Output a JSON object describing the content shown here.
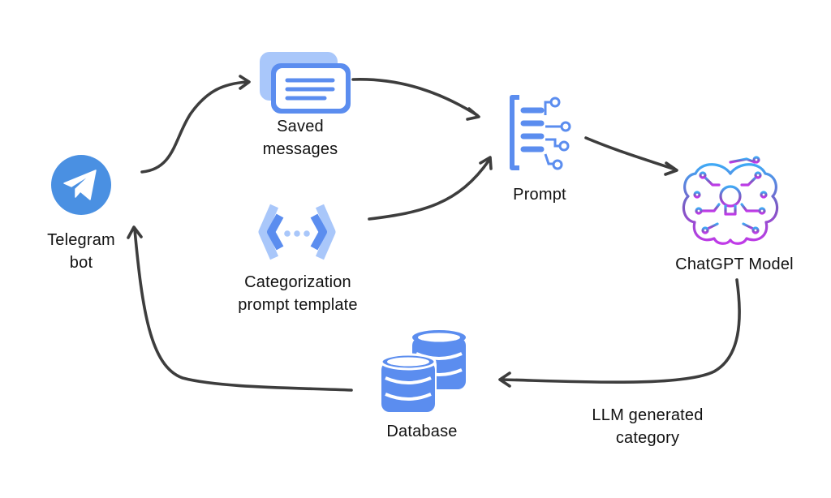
{
  "nodes": {
    "telegram": {
      "label_line1": "Telegram",
      "label_line2": "bot",
      "icon": "telegram-icon",
      "color": "#4A90E2"
    },
    "saved_messages": {
      "label_line1": "Saved",
      "label_line2": "messages",
      "icon": "messages-icon",
      "color": "#5B8DEF"
    },
    "template": {
      "label_line1": "Categorization",
      "label_line2": "prompt template",
      "icon": "code-brackets-icon",
      "color": "#5B8DEF"
    },
    "prompt": {
      "label": "Prompt",
      "icon": "document-circuit-icon",
      "color": "#5B8DEF"
    },
    "chatgpt": {
      "label": "ChatGPT Model",
      "icon": "ai-brain-icon",
      "gradient": [
        "#3FA9F5",
        "#7E57C2",
        "#C13AE8"
      ]
    },
    "database": {
      "label": "Database",
      "icon": "database-icon",
      "color": "#5B8DEF"
    }
  },
  "edges": {
    "llm_category": {
      "label_line1": "LLM generated",
      "label_line2": "category"
    }
  },
  "colors": {
    "arrow": "#3D3D3D",
    "text": "#111111",
    "icon_blue": "#5B8DEF",
    "icon_light_blue": "#A9C7FA"
  }
}
